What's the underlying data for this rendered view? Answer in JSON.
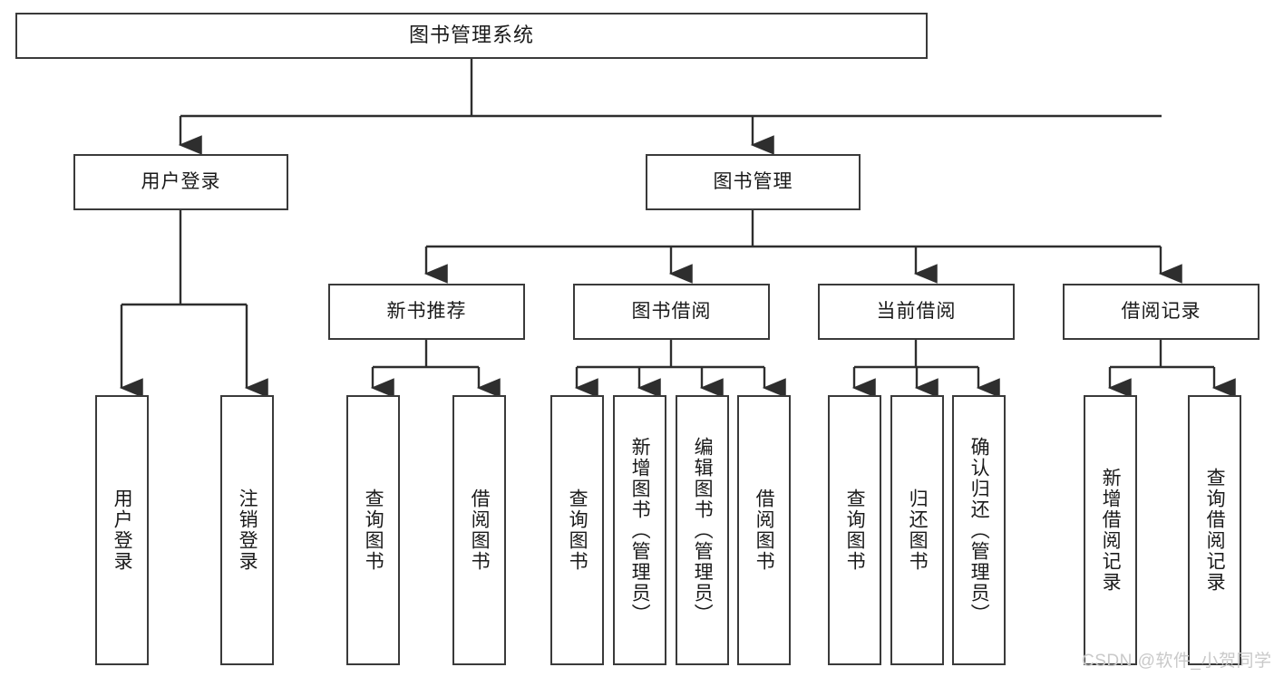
{
  "diagram": {
    "title": "图书管理系统",
    "type": "tree-hierarchy-chart",
    "watermark": "CSDN @软件_小贺同学",
    "root": {
      "label": "图书管理系统"
    },
    "level2": [
      {
        "label": "用户登录"
      },
      {
        "label": "图书管理"
      }
    ],
    "level3": [
      {
        "label": "新书推荐"
      },
      {
        "label": "图书借阅"
      },
      {
        "label": "当前借阅"
      },
      {
        "label": "借阅记录"
      }
    ],
    "leaves": {
      "user_login": [
        {
          "label": "用户登录"
        },
        {
          "label": "注销登录"
        }
      ],
      "new_book_recommend": [
        {
          "label": "查询图书"
        },
        {
          "label": "借阅图书"
        }
      ],
      "book_borrow": [
        {
          "label": "查询图书"
        },
        {
          "label": "新增图书（管理员）"
        },
        {
          "label": "编辑图书（管理员）"
        },
        {
          "label": "借阅图书"
        }
      ],
      "current_borrow": [
        {
          "label": "查询图书"
        },
        {
          "label": "归还图书"
        },
        {
          "label": "确认归还（管理员）"
        }
      ],
      "borrow_record": [
        {
          "label": "新增借阅记录"
        },
        {
          "label": "查询借阅记录"
        }
      ]
    },
    "colors": {
      "stroke": "#3a3a3a",
      "fill": "#ffffff",
      "text": "#1a1a1a",
      "watermark": "#c9c9c9"
    }
  }
}
